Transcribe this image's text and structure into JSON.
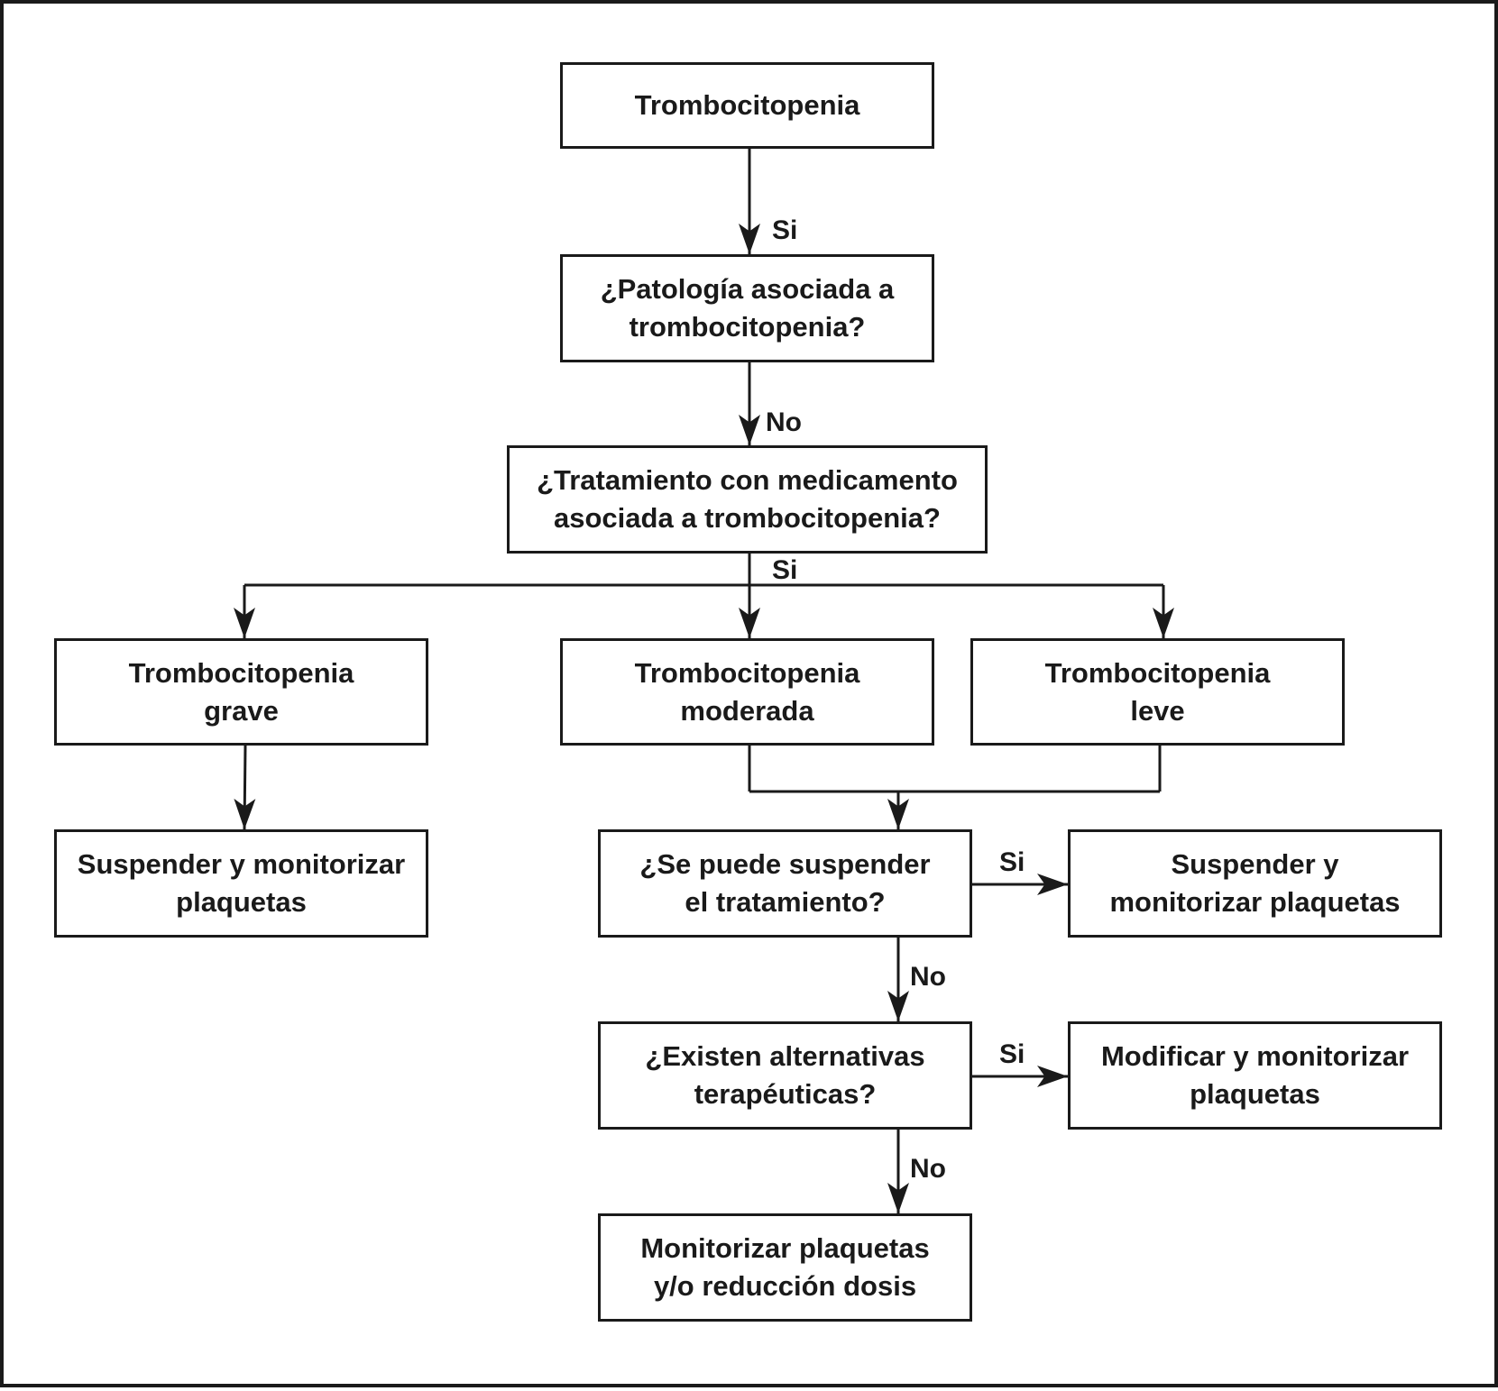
{
  "nodes": {
    "start": "Trombocitopenia",
    "q_pathology": "¿Patología asociada a\ntrombocitopenia?",
    "q_drug": "¿Tratamiento con medicamento\nasociada a trombocitopenia?",
    "severe": "Trombocitopenia\ngrave",
    "moderate": "Trombocitopenia\nmoderada",
    "mild": "Trombocitopenia\nleve",
    "severe_action": "Suspender y monitorizar\nplaquetas",
    "q_suspend": "¿Se puede suspender\nel tratamiento?",
    "suspend_action": "Suspender y\nmonitorizar plaquetas",
    "q_alternatives": "¿Existen alternativas\nterapéuticas?",
    "modify_action": "Modificar y monitorizar\nplaquetas",
    "final_action": "Monitorizar plaquetas\ny/o reducción dosis"
  },
  "edge_labels": {
    "start_to_pathology": "Si",
    "pathology_to_drug": "No",
    "drug_to_severity": "Si",
    "suspend_yes": "Si",
    "suspend_no": "No",
    "alternatives_yes": "Si",
    "alternatives_no": "No"
  },
  "colors": {
    "line": "#1a1a1a",
    "background": "#ffffff"
  }
}
